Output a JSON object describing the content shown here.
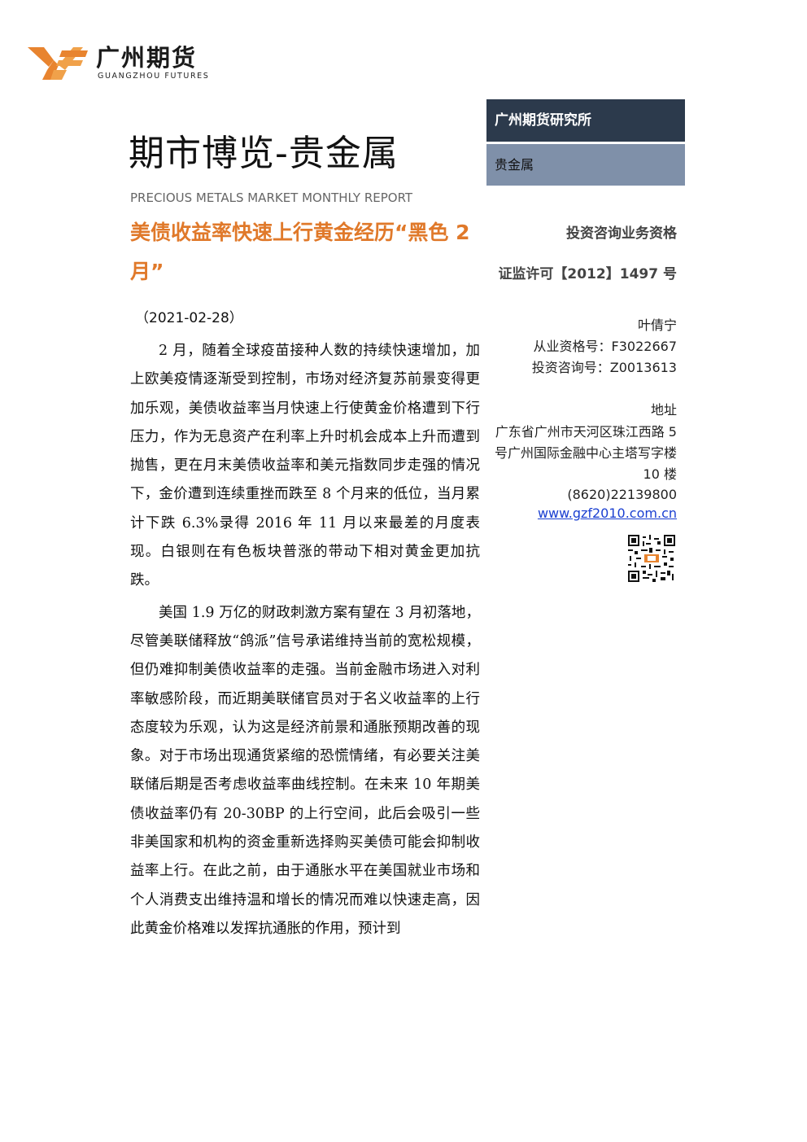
{
  "header": {
    "logo_text_cn": "广州期货",
    "logo_text_en": "GUANGZHOU FUTURES",
    "logo_mark": "YF-logo",
    "institute": "广州期货研究所",
    "category": "贵金属"
  },
  "report": {
    "title": "期市博览-贵金属",
    "subtitle_en": "PRECIOUS METALS MARKET MONTHLY REPORT",
    "headline": "美债收益率快速上行黄金经历“黑色 2 月”",
    "date": "（2021-02-28）",
    "paragraphs": [
      "2 月，随着全球疫苗接种人数的持续快速增加，加上欧美疫情逐渐受到控制，市场对经济复苏前景变得更加乐观，美债收益率当月快速上行使黄金价格遭到下行压力，作为无息资产在利率上升时机会成本上升而遭到抛售，更在月末美债收益率和美元指数同步走强的情况下，金价遭到连续重挫而跌至 8 个月来的低位，当月累计下跌 6.3%录得 2016 年 11 月以来最差的月度表现。白银则在有色板块普涨的带动下相对黄金更加抗跌。",
      "美国 1.9 万亿的财政刺激方案有望在 3 月初落地，尽管美联储释放“鸽派”信号承诺维持当前的宽松规模，但仍难抑制美债收益率的走强。当前金融市场进入对利率敏感阶段，而近期美联储官员对于名义收益率的上行态度较为乐观，认为这是经济前景和通胀预期改善的现象。对于市场出现通货紧缩的恐慌情绪，有必要关注美联储后期是否考虑收益率曲线控制。在未来 10 年期美债收益率仍有 20-30BP 的上行空间，此后会吸引一些非美国家和机构的资金重新选择购买美债可能会抑制收益率上行。在此之前，由于通胀水平在美国就业市场和个人消费支出维持温和增长的情况而难以快速走高，因此黄金价格难以发挥抗通胀的作用，预计到"
    ]
  },
  "sidebar": {
    "qualification_label": "投资咨询业务资格",
    "license": "证监许可【2012】1497 号",
    "analyst_name": "叶倩宁",
    "practice_cert": "从业资格号：F3022667",
    "consult_cert": "投资咨询号：Z0013613",
    "address_label": "地址",
    "address": "广东省广州市天河区珠江西路 5 号广州国际金融中心主塔写字楼 10 楼",
    "phone": "(8620)22139800",
    "website": "www.gzf2010.com.cn",
    "qr_icon": "qr-code-icon"
  },
  "colors": {
    "accent_orange": "#e0792a",
    "dark_box": "#2c3a4c",
    "light_box": "#7f90a9",
    "link": "#1a3fd1"
  }
}
